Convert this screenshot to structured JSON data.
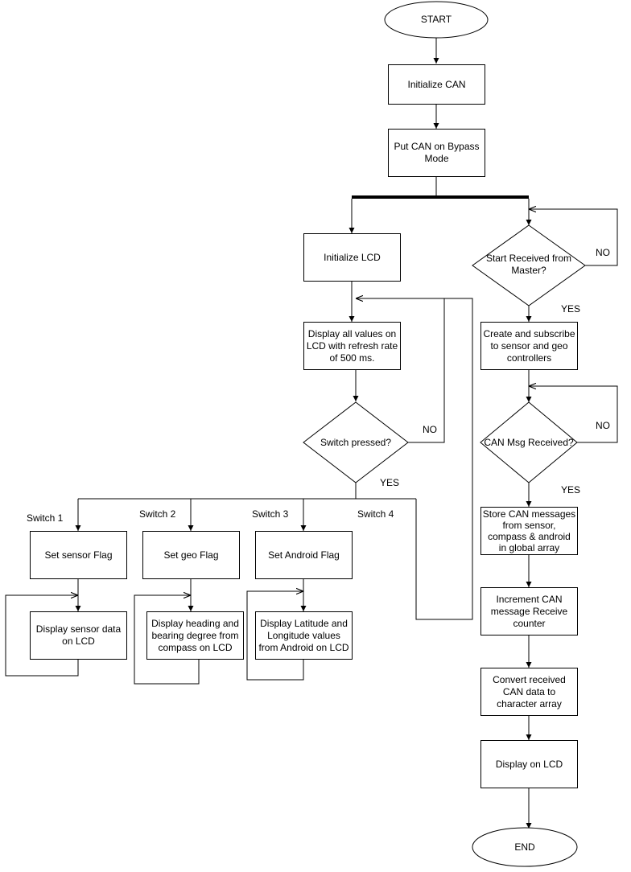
{
  "nodes": {
    "start": "START",
    "init_can": "Initialize CAN",
    "bypass": "Put CAN on Bypass\nMode",
    "init_lcd": "Initialize LCD",
    "display_all": "Display all values on\nLCD with refresh rate\nof 500 ms.",
    "switch_pressed": "Switch pressed?",
    "set_sensor": "Set sensor Flag",
    "set_geo": "Set geo Flag",
    "set_android": "Set Android Flag",
    "disp_sensor": "Display sensor data\non LCD",
    "disp_heading": "Display heading and\nbearing degree from\ncompass on LCD",
    "disp_lat": "Display Latitude and\nLongitude values\nfrom Android on LCD",
    "start_received": "Start Received from\nMaster?",
    "subscribe": "Create and subscribe\nto sensor and geo\ncontrollers",
    "can_msg": "CAN Msg Received?",
    "store": "Store CAN messages\nfrom sensor,\ncompass & android\nin global array",
    "increment": "Increment CAN\nmessage Receive\ncounter",
    "convert": "Convert received\nCAN data to\ncharacter array",
    "display_lcd": "Display on LCD",
    "end": "END"
  },
  "labels": {
    "no_start": "NO",
    "yes_start": "YES",
    "no_can": "NO",
    "yes_can": "YES",
    "no_switch": "NO",
    "yes_switch": "YES",
    "switch1": "Switch 1",
    "switch2": "Switch 2",
    "switch3": "Switch 3",
    "switch4": "Switch 4"
  }
}
